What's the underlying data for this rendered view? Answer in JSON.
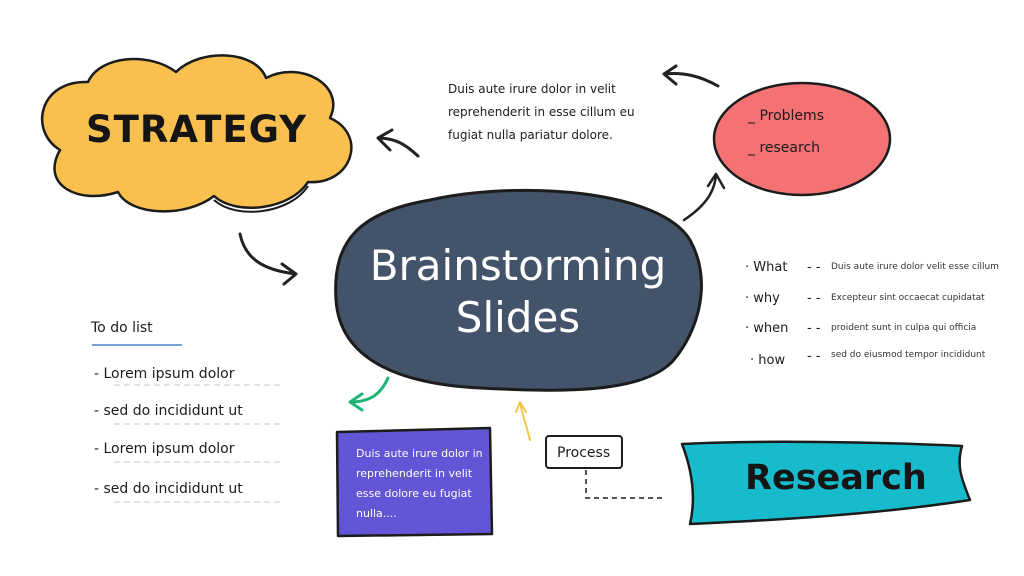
{
  "colors": {
    "strategy_cloud": "#F9C04F",
    "central_blob": "#435369",
    "problems_oval": "#F47174",
    "purple_note": "#6255D6",
    "research_banner": "#17BBCB",
    "green_arrow": "#1DB576",
    "yellow_arrow": "#F3C44E",
    "outline": "#1c1c1c"
  },
  "strategy": {
    "label": "STRATEGY"
  },
  "central": {
    "line1": "Brainstorming",
    "line2": "Slides"
  },
  "paragraph": {
    "text": "Duis aute irure dolor in velit reprehenderit in esse cillum eu fugiat nulla pariatur dolore."
  },
  "problems": {
    "items": [
      "_ Problems",
      "_ research"
    ]
  },
  "todo": {
    "title": "To do list",
    "items": [
      "- Lorem ipsum dolor",
      "- sed do incididunt ut",
      "- Lorem ipsum dolor",
      "- sed do incididunt ut"
    ]
  },
  "wh_list": [
    {
      "label": "· What",
      "dash": "- -",
      "desc": "Duis aute irure dolor velit esse cillum"
    },
    {
      "label": "· why",
      "dash": "- -",
      "desc": "Excepteur sint occaecat cupidatat"
    },
    {
      "label": "· when",
      "dash": "- -",
      "desc": "proident sunt in culpa qui officia"
    },
    {
      "label": "· how",
      "dash": "- -",
      "desc": "sed do eiusmod tempor incididunt"
    }
  ],
  "purple_note": {
    "text": "Duis aute irure dolor in reprehenderit in velit esse dolore eu fugiat nulla...."
  },
  "process": {
    "label": "Process"
  },
  "research": {
    "label": "Research"
  }
}
